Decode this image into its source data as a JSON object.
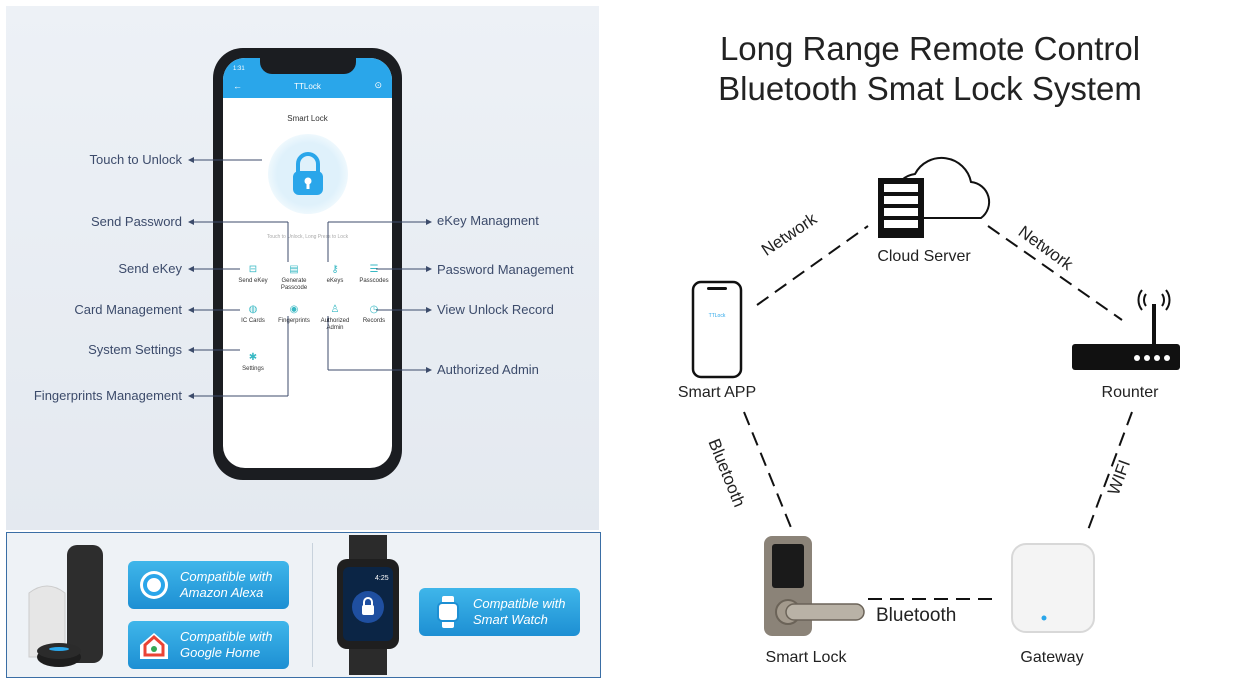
{
  "phone": {
    "time": "1:31",
    "app_title": "TTLock",
    "screen_title": "Smart Lock",
    "hint": "Touch to Unlock, Long Press to Lock",
    "grid": [
      {
        "label": "Send eKey",
        "icon": "⊟"
      },
      {
        "label": "Generate Passcode",
        "icon": "▤"
      },
      {
        "label": "eKeys",
        "icon": "⚷"
      },
      {
        "label": "Passcodes",
        "icon": "☰"
      },
      {
        "label": "IC Cards",
        "icon": "◍"
      },
      {
        "label": "Fingerprints",
        "icon": "◉"
      },
      {
        "label": "Authorized Admin",
        "icon": "♙"
      },
      {
        "label": "Records",
        "icon": "◷"
      },
      {
        "label": "Settings",
        "icon": "✱"
      }
    ]
  },
  "callouts": {
    "touch_to_unlock": "Touch to Unlock",
    "send_password": "Send Password",
    "send_ekey": "Send eKey",
    "card_management": "Card Management",
    "system_settings": "System Settings",
    "fingerprints_management": "Fingerprints Management",
    "ekey_management": "eKey Managment",
    "password_management": "Password Management",
    "view_unlock_record": "View Unlock Record",
    "authorized_admin": "Authorized Admin"
  },
  "compat": {
    "alexa_line1": "Compatible with",
    "alexa_line2": "Amazon Alexa",
    "google_line1": "Compatible with",
    "google_line2": "Google Home",
    "watch_line1": "Compatible with",
    "watch_line2": "Smart Watch",
    "watch_time": "4:25"
  },
  "diagram": {
    "title_line1": "Long Range Remote Control",
    "title_line2": "Bluetooth Smat Lock System",
    "nodes": {
      "cloud": "Cloud Server",
      "app": "Smart APP",
      "router": "Rounter",
      "lock": "Smart Lock",
      "gateway": "Gateway"
    },
    "app_screen_text": "TTLock",
    "edges": {
      "net_left": "Network",
      "net_right": "Network",
      "bt_left": "Bluetooth",
      "wifi": "WIFI",
      "bt_bottom": "Bluetooth"
    }
  },
  "colors": {
    "accent": "#2aa6ea",
    "teal": "#39b9c4",
    "label": "#3c4b6b"
  }
}
